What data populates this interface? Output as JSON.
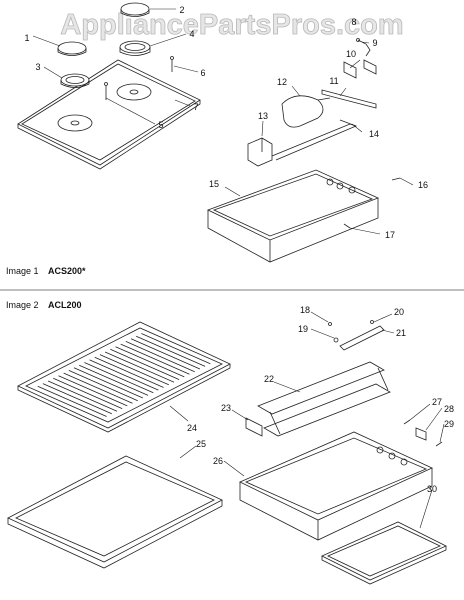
{
  "watermark": {
    "text": "AppliancePartsPros.com"
  },
  "image1": {
    "label": "Image 1",
    "model": "ACS200*"
  },
  "image2": {
    "label": "Image 2",
    "model": "ACL200"
  },
  "callouts": [
    "1",
    "2",
    "3",
    "4",
    "5",
    "6",
    "7",
    "8",
    "9",
    "10",
    "11",
    "12",
    "13",
    "14",
    "15",
    "16",
    "17",
    "18",
    "19",
    "20",
    "21",
    "22",
    "23",
    "24",
    "25",
    "26",
    "27",
    "28",
    "29",
    "30"
  ],
  "colors": {
    "line": "#222222",
    "watermark_fill": "#e6e6e6",
    "watermark_stroke": "#b8b8b8",
    "divider": "#555555"
  }
}
